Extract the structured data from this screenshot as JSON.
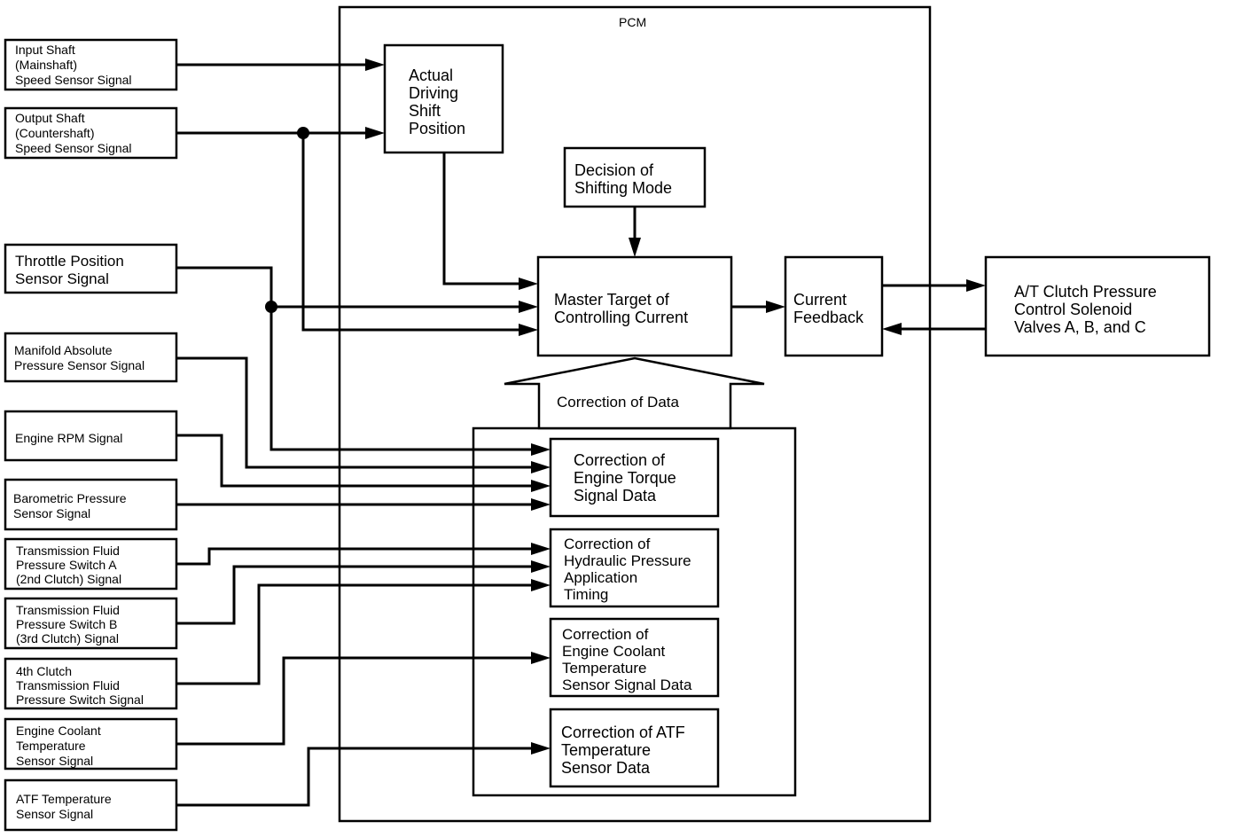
{
  "pcm": {
    "label": "PCM"
  },
  "inputs": {
    "input_shaft": [
      "Input Shaft",
      "(Mainshaft)",
      "Speed Sensor Signal"
    ],
    "output_shaft": [
      "Output Shaft",
      "(Countershaft)",
      "Speed Sensor Signal"
    ],
    "throttle": [
      "Throttle Position",
      "Sensor Signal"
    ],
    "map": [
      "Manifold Absolute",
      "Pressure Sensor Signal"
    ],
    "engine_rpm": [
      "Engine RPM Signal"
    ],
    "baro": [
      "Barometric Pressure",
      "Sensor Signal"
    ],
    "tfps_a": [
      "Transmission Fluid",
      "Pressure Switch A",
      "(2nd Clutch) Signal"
    ],
    "tfps_b": [
      "Transmission Fluid",
      "Pressure Switch B",
      "(3rd Clutch) Signal"
    ],
    "clutch4": [
      "4th Clutch",
      "Transmission Fluid",
      "Pressure Switch Signal"
    ],
    "ect": [
      "Engine Coolant",
      "Temperature",
      "Sensor Signal"
    ],
    "atf": [
      "ATF Temperature",
      "Sensor Signal"
    ]
  },
  "blocks": {
    "actual_driving": [
      "Actual",
      "Driving",
      "Shift",
      "Position"
    ],
    "decision_mode": [
      "Decision of",
      "Shifting Mode"
    ],
    "master_target": [
      "Master Target of",
      "Controlling Current"
    ],
    "current_feedback": [
      "Current",
      "Feedback"
    ],
    "solenoid": [
      "A/T Clutch Pressure",
      "Control Solenoid",
      "Valves A, B, and C"
    ],
    "correction_of_data": [
      "Correction of Data"
    ],
    "corr_torque": [
      "Correction of",
      "Engine Torque",
      "Signal Data"
    ],
    "corr_hydraulic": [
      "Correction of",
      "Hydraulic Pressure",
      "Application",
      "Timing"
    ],
    "corr_coolant": [
      "Correction of",
      "Engine Coolant",
      "Temperature",
      "Sensor Signal Data"
    ],
    "corr_atf": [
      "Correction of ATF",
      "Temperature",
      "Sensor Data"
    ]
  }
}
